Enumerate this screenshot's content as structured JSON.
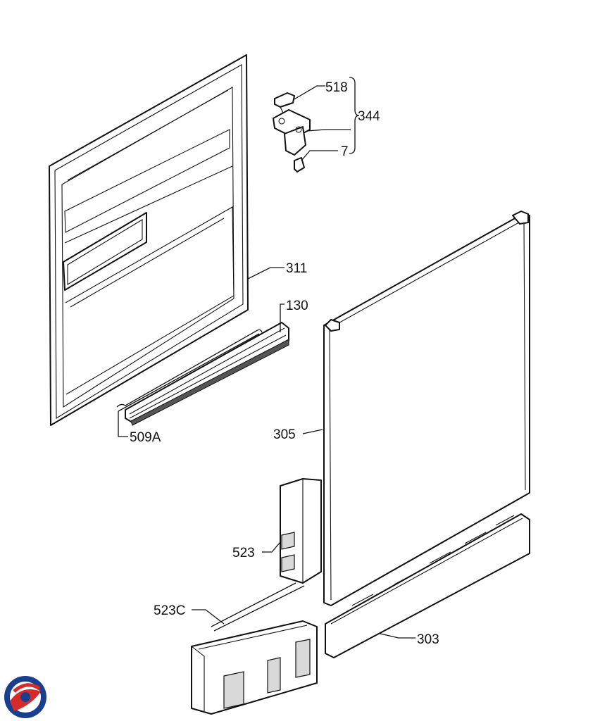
{
  "diagram": {
    "labels": {
      "p518": "518",
      "p344": "344",
      "p7": "7",
      "p311": "311",
      "p130": "130",
      "p509a": "509A",
      "p305": "305",
      "p523": "523",
      "p523c": "523C",
      "p303": "303"
    },
    "logo": {
      "icon": "brand-logo-icon",
      "colors": [
        "#1b3f8f",
        "#d72a2a"
      ]
    }
  }
}
